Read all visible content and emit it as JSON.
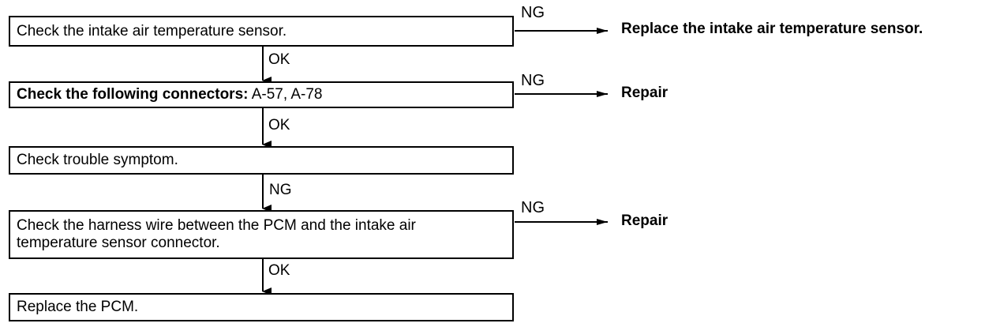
{
  "steps": [
    {
      "label": "Check the intake air temperature sensor."
    },
    {
      "label_bold": "Check the following connectors:",
      "label_rest": " A-57, A-78"
    },
    {
      "label": "Check trouble symptom."
    },
    {
      "label": "Check the harness wire between the PCM and the intake air\ntemperature sensor connector."
    },
    {
      "label": "Replace the PCM."
    }
  ],
  "transitions": {
    "down_1": "OK",
    "down_2": "OK",
    "down_3": "NG",
    "down_4": "OK"
  },
  "branches": [
    {
      "condition": "NG",
      "outcome": "Replace the intake air temperature sensor."
    },
    {
      "condition": "NG",
      "outcome": "Repair"
    },
    {
      "condition": "NG",
      "outcome": "Repair"
    }
  ]
}
